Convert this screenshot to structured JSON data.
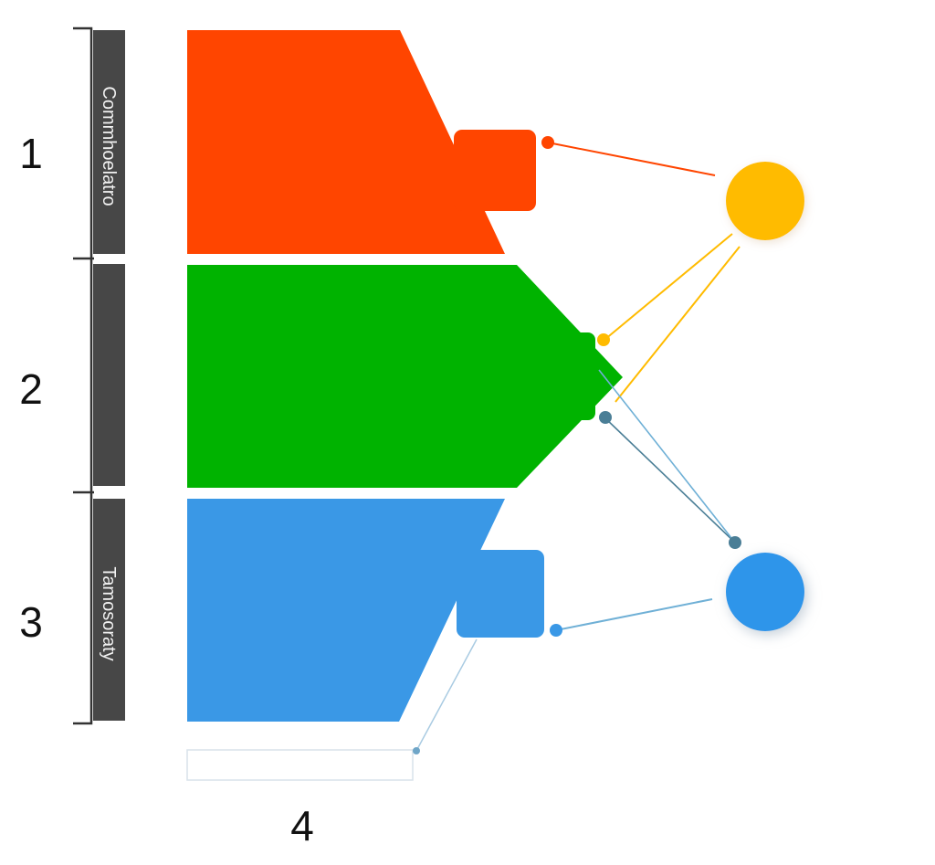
{
  "labels": {
    "row1": "1",
    "row2": "2",
    "row3": "3",
    "bottom": "4"
  },
  "side_text": {
    "top": "Commhoelatro",
    "bottom": "Tamosoraty"
  },
  "colors": {
    "row1": "#ff4500",
    "row2": "#00b300",
    "row3": "#3a98e6",
    "circle_top": "#ffbb00",
    "circle_bottom": "#2f95ea",
    "bar": "#474747",
    "bracket": "#333333",
    "line_teal": "#4a7e96",
    "line_blue": "#6fb0d6"
  },
  "icons": {
    "circle_top": "filled-circle-icon",
    "circle_bottom": "filled-circle-icon"
  }
}
